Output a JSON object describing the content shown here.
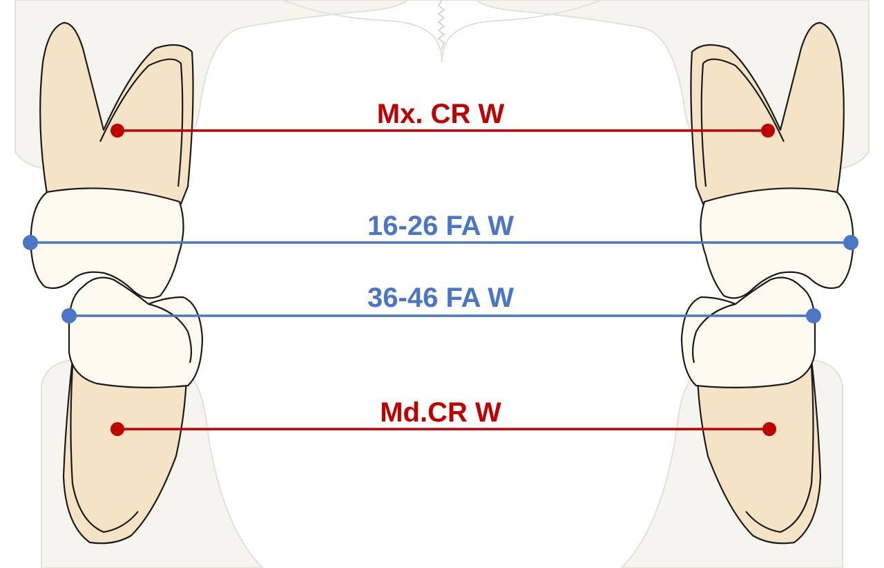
{
  "diagram": {
    "measurements": [
      {
        "id": "mx-cr",
        "label": "Mx. CR W",
        "color": "#c00000"
      },
      {
        "id": "fa-16-26",
        "label": "16-26 FA W",
        "color": "#4a76c6"
      },
      {
        "id": "fa-36-46",
        "label": "36-46 FA W",
        "color": "#4a76c6"
      },
      {
        "id": "md-cr",
        "label": "Md.CR W",
        "color": "#c00000"
      }
    ],
    "colors": {
      "bone": "#f5f4ef",
      "bone_outline": "#e2e0d9",
      "root": "#f5e3c6",
      "crown": "#fdfbf0",
      "tooth_outline": "#1a1a1a"
    }
  }
}
